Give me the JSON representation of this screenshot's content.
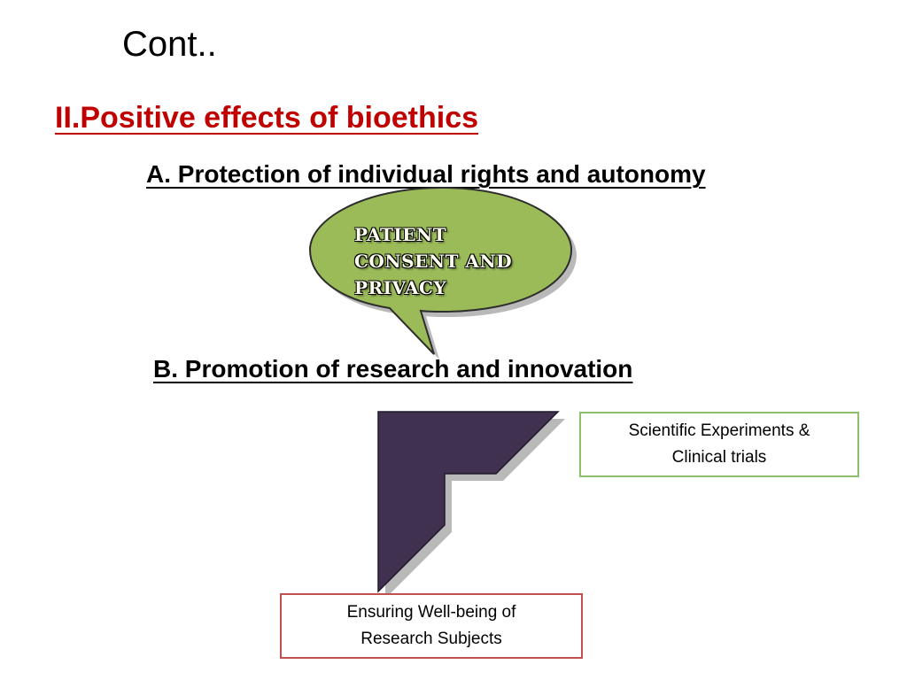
{
  "slide": {
    "title": "Cont..",
    "section_heading": "II.Positive effects of bioethics",
    "subheading_a": "A. Protection of individual rights and autonomy",
    "subheading_b": "B. Promotion of research and innovation"
  },
  "callout": {
    "lines": [
      "Patient",
      "consent and",
      "privacy"
    ],
    "fill_color": "#9bbb59"
  },
  "diagram": {
    "arrow_color": "#403151",
    "top_box": {
      "lines": [
        "Scientific Experiments &",
        "Clinical trials"
      ],
      "border_color": "#8dbf6a"
    },
    "bottom_box": {
      "lines": [
        "Ensuring Well-being of",
        "Research Subjects"
      ],
      "border_color": "#c0504d"
    }
  }
}
